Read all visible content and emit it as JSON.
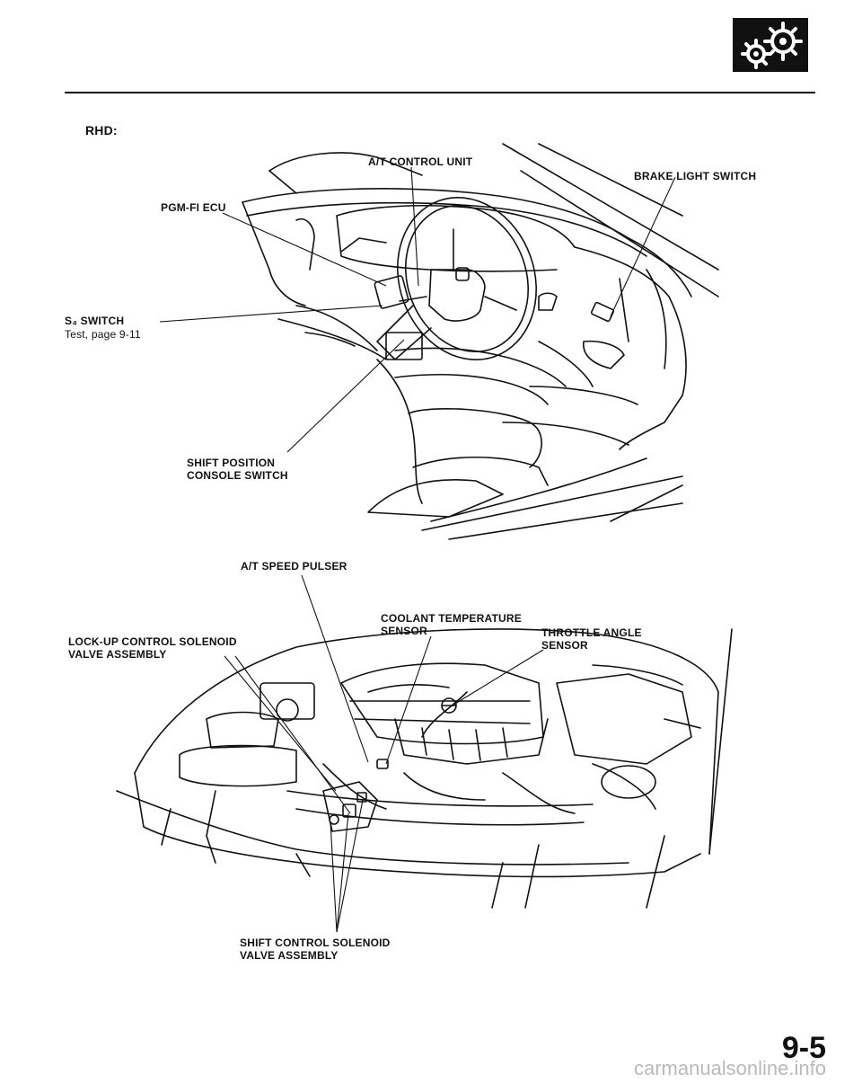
{
  "header": {
    "section_icon": "gear-icon"
  },
  "top_figure": {
    "region_label": "RHD:",
    "labels": {
      "at_control_unit": "A/T CONTROL UNIT",
      "brake_light_switch": "BRAKE LIGHT SWITCH",
      "pgm_fi_ecu": "PGM-FI ECU",
      "s4_switch": "S₄ SWITCH",
      "s4_switch_note": "Test, page 9-11",
      "shift_position_line1": "SHIFT POSITION",
      "shift_position_line2": "CONSOLE SWITCH"
    }
  },
  "bottom_figure": {
    "labels": {
      "at_speed_pulser": "A/T SPEED PULSER",
      "lockup_line1": "LOCK-UP CONTROL SOLENOID",
      "lockup_line2": "VALVE ASSEMBLY",
      "coolant_line1": "COOLANT TEMPERATURE",
      "coolant_line2": "SENSOR",
      "throttle_line1": "THROTTLE ANGLE",
      "throttle_line2": "SENSOR",
      "shift_control_line1": "SHIFT CONTROL SOLENOID",
      "shift_control_line2": "VALVE ASSEMBLY"
    }
  },
  "footer": {
    "page_number": "9-5",
    "watermark": "carmanualsonline.info"
  }
}
